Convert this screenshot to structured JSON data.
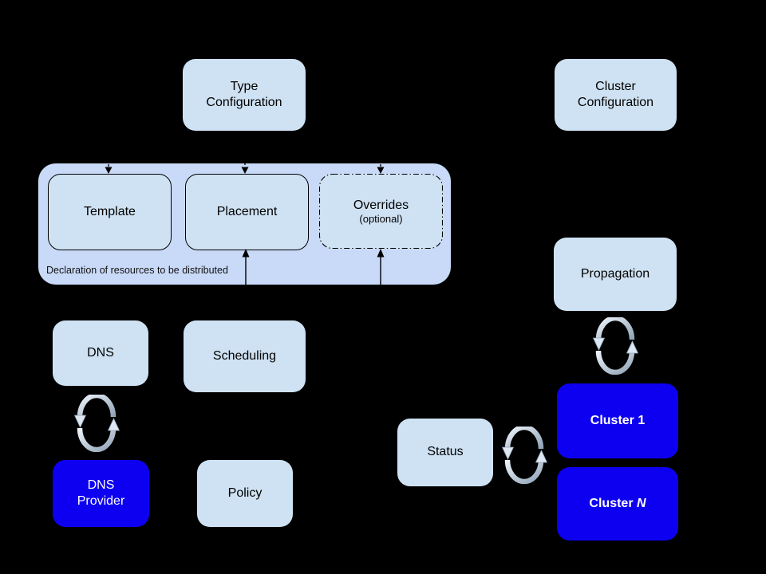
{
  "colors": {
    "background": "#000000",
    "light_fill": "#cfe2f3",
    "container_fill": "#c9daf8",
    "blue_fill": "#0d00f0",
    "text_dark": "#000000",
    "text_light": "#ffffff",
    "box_border": "#000000",
    "sync_light": "#e9f0f8",
    "sync_gray": "#8fa3b6"
  },
  "nodes": {
    "type_configuration": {
      "line1": "Type",
      "line2": "Configuration"
    },
    "cluster_configuration": {
      "line1": "Cluster",
      "line2": "Configuration"
    },
    "template": {
      "label": "Template"
    },
    "placement": {
      "label": "Placement"
    },
    "overrides": {
      "label": "Overrides",
      "sublabel": "(optional)"
    },
    "dns": {
      "label": "DNS"
    },
    "scheduling": {
      "label": "Scheduling"
    },
    "dns_provider": {
      "line1": "DNS",
      "line2": "Provider"
    },
    "policy": {
      "label": "Policy"
    },
    "propagation": {
      "label": "Propagation"
    },
    "status": {
      "label": "Status"
    },
    "cluster_1": {
      "label": "Cluster 1"
    },
    "cluster_n": {
      "prefix": "Cluster",
      "suffix_italic": "N"
    }
  },
  "container": {
    "caption": "Declaration of resources to be distributed"
  },
  "icons": {
    "sync": "sync-cycle-arrows"
  }
}
